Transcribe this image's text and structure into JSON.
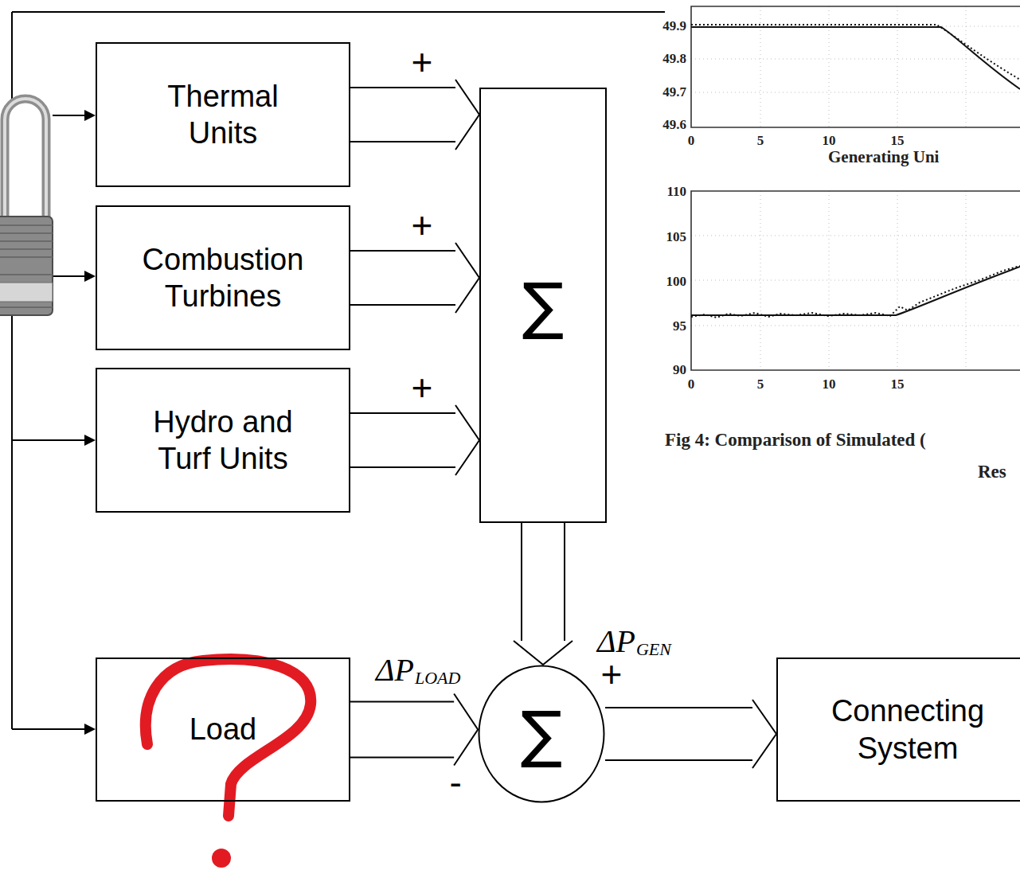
{
  "diagram": {
    "nodes": [
      {
        "text": [
          "Thermal Units"
        ]
      },
      {
        "text": [
          "Combustion Turbines"
        ]
      },
      {
        "text": [
          "Hydro and Turf Units"
        ]
      },
      {
        "text": [
          "∑"
        ]
      },
      {
        "text": [
          "Load"
        ]
      },
      {
        "text": [
          "∑"
        ]
      },
      {
        "text": [
          "Connecting System"
        ]
      }
    ],
    "edges": [
      {
        "from": 0,
        "to": 3,
        "arrow": "to",
        "label": "+"
      },
      {
        "from": 1,
        "to": 3,
        "arrow": "to",
        "label": "+"
      },
      {
        "from": 2,
        "to": 3,
        "arrow": "to",
        "label": "+"
      },
      {
        "from": 3,
        "to": 5,
        "arrow": "to",
        "label": "+"
      },
      {
        "from": 4,
        "to": 5,
        "arrow": "to",
        "label": "-"
      },
      {
        "from": 5,
        "to": 6,
        "arrow": "to"
      }
    ],
    "labels": [
      "49.9",
      "49.8",
      "49.7",
      "49.6",
      "0",
      "5",
      "10",
      "15",
      "Generating Uni",
      "110",
      "105",
      "100",
      "95",
      "90",
      "0",
      "5",
      "10",
      "15",
      "Fig 4:  Comparison of Simulated (",
      "Res",
      "ΔP",
      "GEN",
      "ΔP",
      "LOAD"
    ]
  }
}
